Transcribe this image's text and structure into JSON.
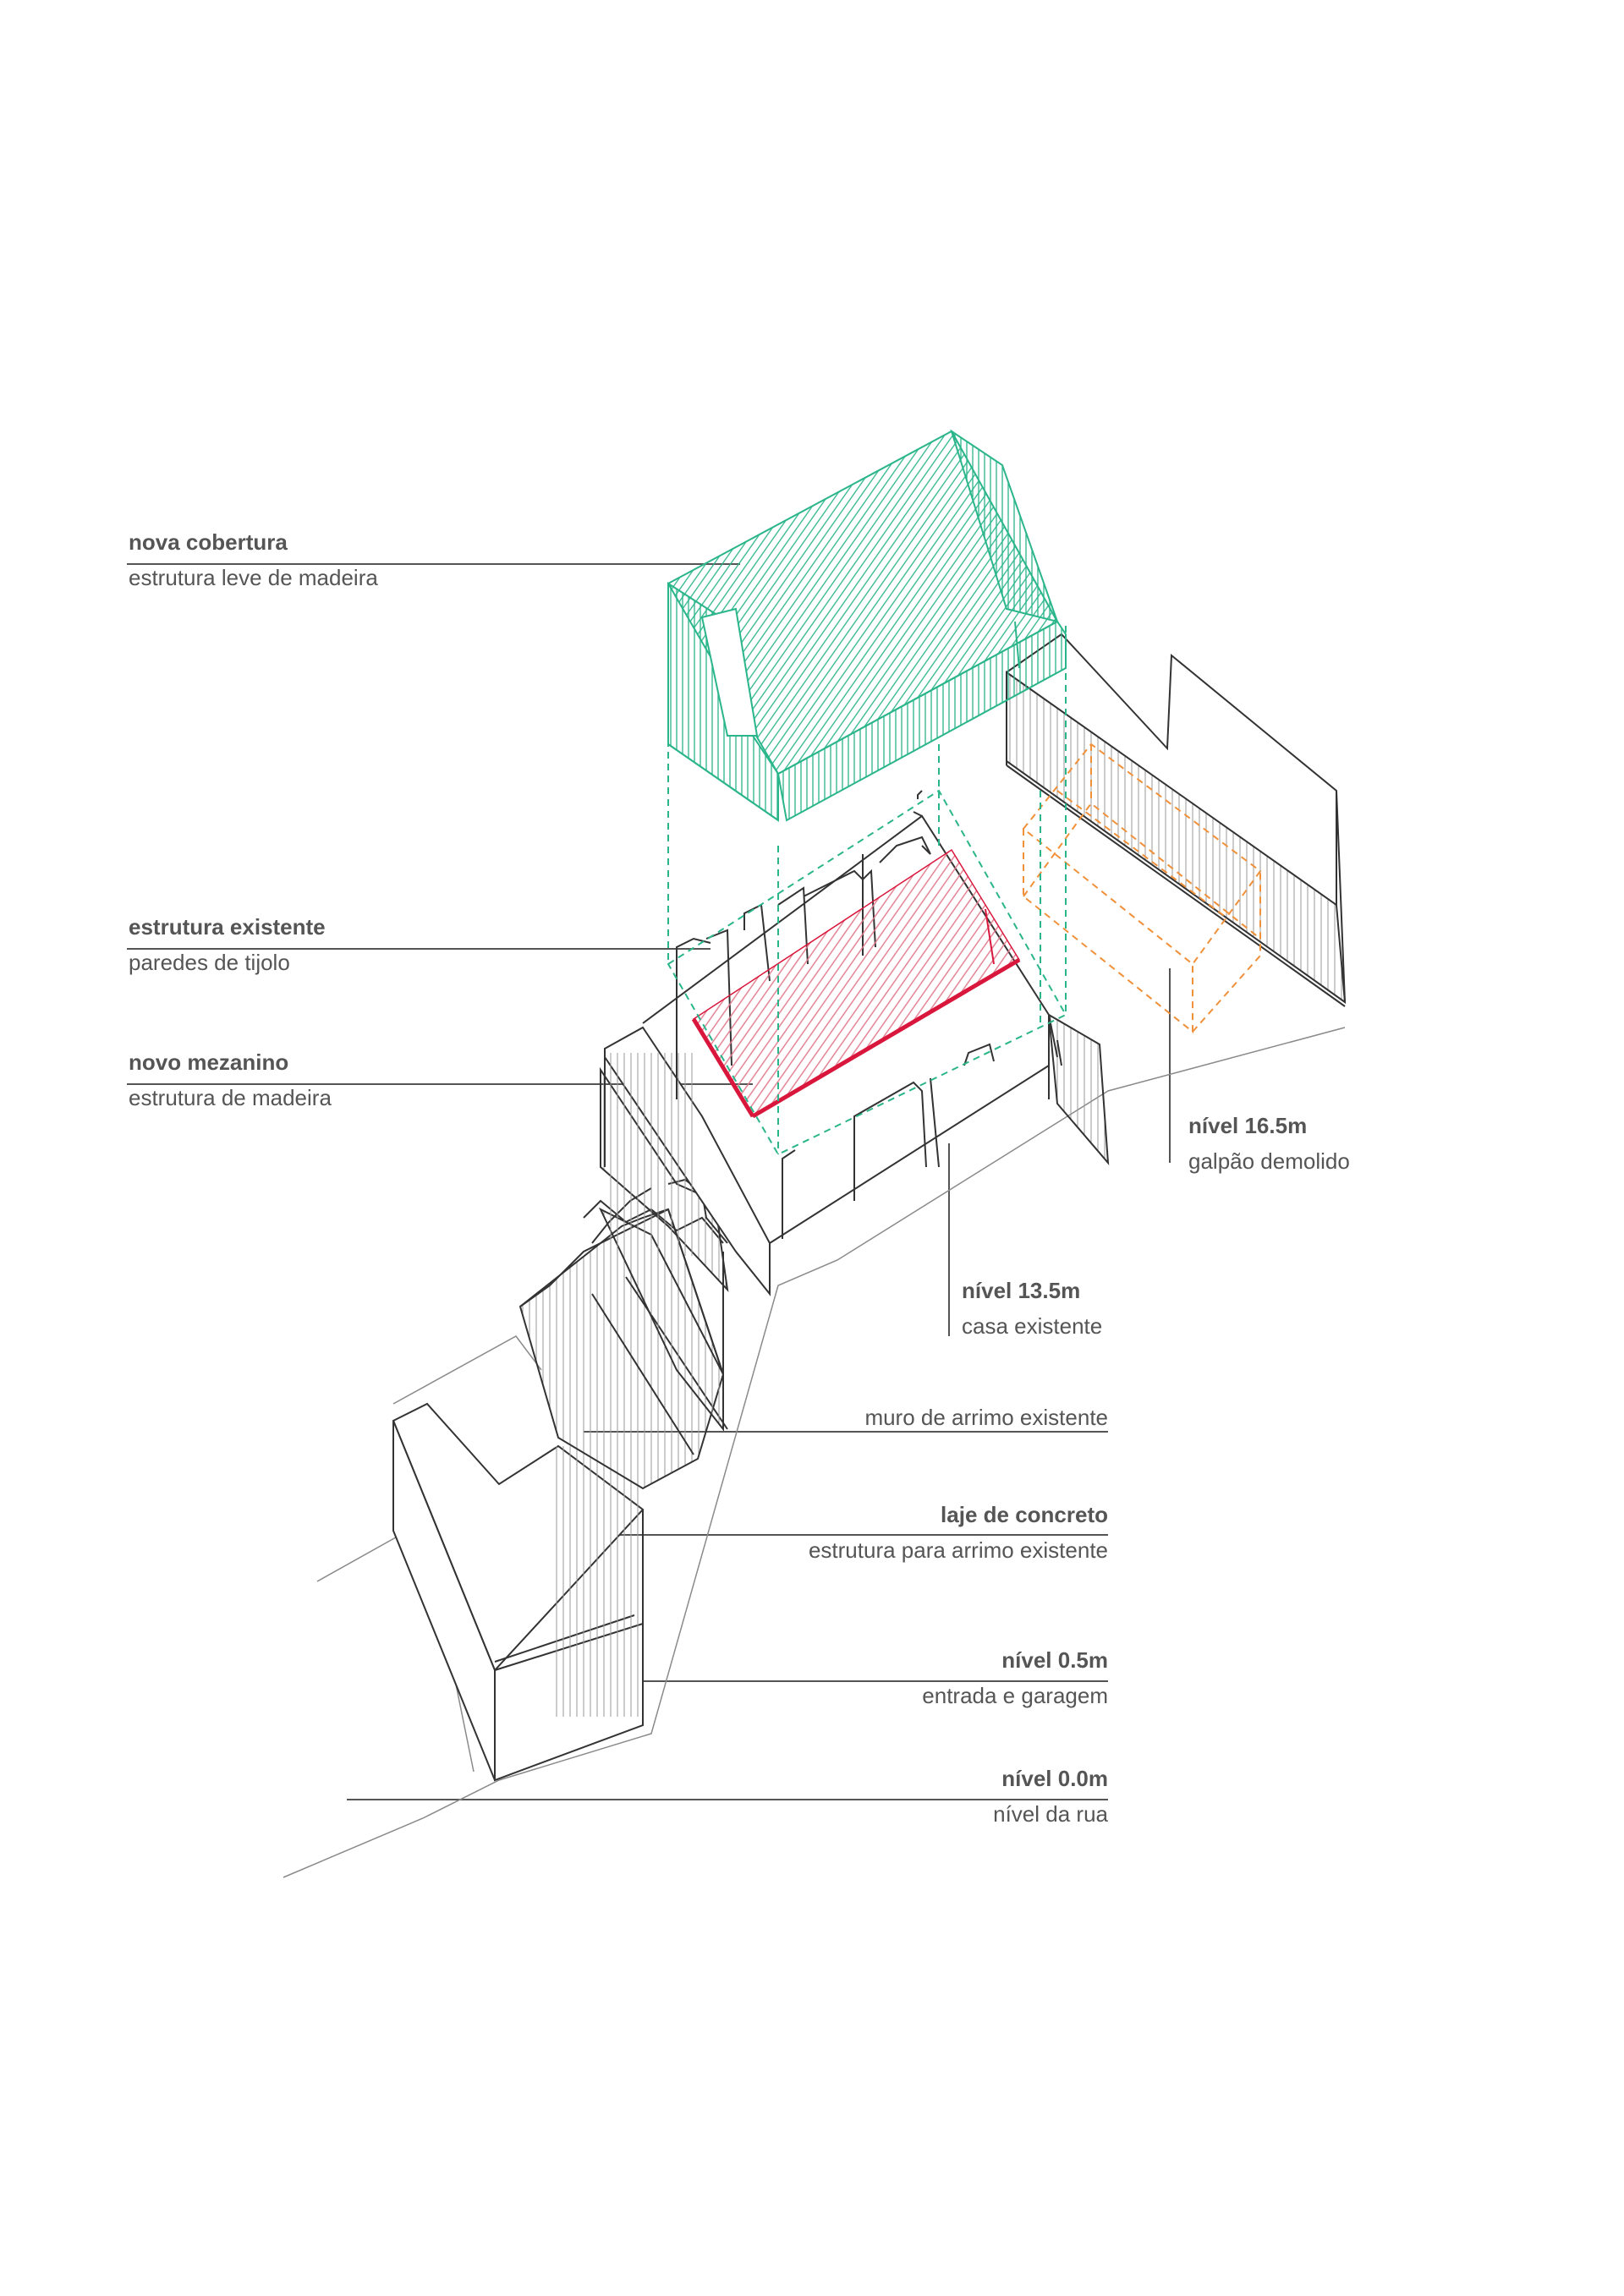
{
  "labels": {
    "nova_cobertura": {
      "title": "nova cobertura",
      "sub": "estrutura leve de madeira"
    },
    "estrutura_existente": {
      "title": "estrutura existente",
      "sub": "paredes de tijolo"
    },
    "novo_mezanino": {
      "title": "novo mezanino",
      "sub": "estrutura de madeira"
    },
    "nivel_16_5": {
      "title": "nível 16.5m",
      "sub": "galpão demolido"
    },
    "nivel_13_5": {
      "title": "nível 13.5m",
      "sub": "casa existente"
    },
    "muro_arrimo": {
      "sub": "muro de arrimo existente"
    },
    "laje_concreto": {
      "title": "laje de concreto",
      "sub": "estrutura para arrimo existente"
    },
    "nivel_0_5": {
      "title": "nível 0.5m",
      "sub": "entrada e garagem"
    },
    "nivel_0_0": {
      "title": "nível 0.0m",
      "sub": "nível da rua"
    }
  },
  "colors": {
    "text": "#555555",
    "line": "#333333",
    "roof": "#2bb58a",
    "mezzanine": "#d9163b",
    "demolished": "#f0913a"
  }
}
